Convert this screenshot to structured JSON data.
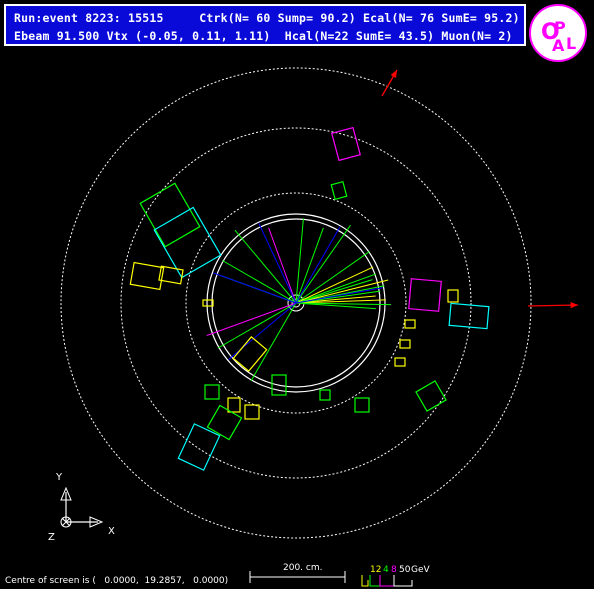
{
  "header": {
    "line1": "Run:event 8223: 15515     Ctrk(N= 60 Sump= 90.2) Ecal(N= 76 SumE= 95.2)",
    "line2": "Ebeam 91.500 Vtx (-0.05, 0.11, 1.11)  Hcal(N=22 SumE= 43.5) Muon(N= 2)"
  },
  "logo": {
    "text": "OPAL",
    "ring_color": "#ff00ff",
    "letter_color": "#ff00ff"
  },
  "axes": {
    "y_label": "Y",
    "x_label": "X",
    "z_label": "Z"
  },
  "scale": {
    "label": "200. cm."
  },
  "energy_scale": {
    "values": [
      "12",
      "4",
      "8",
      "50"
    ],
    "unit": "GeV",
    "colors": [
      "#ffff00",
      "#00ff00",
      "#ff00ff",
      "#ffffff"
    ]
  },
  "footer": {
    "text": "Centre of screen is (   0.0000,  19.2857,   0.0000)"
  },
  "colors": {
    "background": "#000000",
    "track": "#00ff00",
    "ecal": "#ffff00",
    "hcal": "#00ff00",
    "muon": "#ff0000",
    "jet": "#0000ff",
    "cyan": "#00ffff",
    "magenta": "#ff00ff",
    "outline": "#ffffff"
  }
}
